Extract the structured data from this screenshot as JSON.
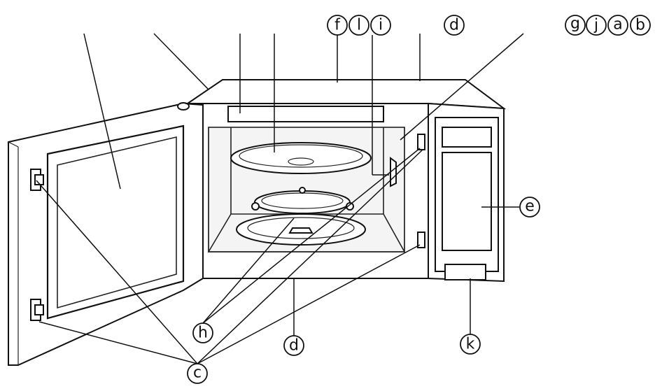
{
  "labels": {
    "f": "f",
    "l": "l",
    "i": "i",
    "d_top": "d",
    "g": "g",
    "j": "j",
    "a": "a",
    "b": "b",
    "e": "e",
    "h": "h",
    "d_bottom": "d",
    "k": "k",
    "c": "c"
  }
}
